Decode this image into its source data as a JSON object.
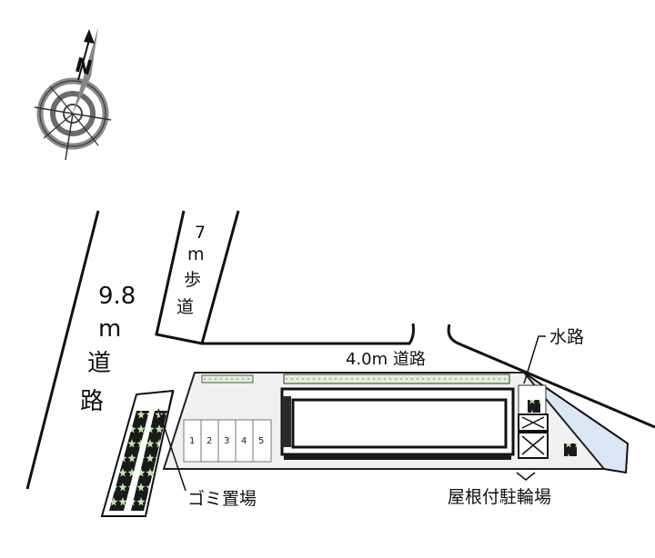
{
  "compass": {
    "north_label": "N"
  },
  "roads": {
    "main_road": {
      "width": "9.8",
      "unit": "m",
      "chars": [
        "道",
        "路"
      ]
    },
    "sidewalk": {
      "width": "7",
      "unit": "m",
      "chars": [
        "歩",
        "道"
      ]
    },
    "side_road": {
      "label": "4.0m 道路"
    }
  },
  "labels": {
    "waterway": "水路",
    "garbage": "ゴミ置場",
    "bike_parking": "屋根付駐輪場"
  },
  "parking_slots": [
    "1",
    "2",
    "3",
    "4",
    "5"
  ],
  "colors": {
    "water": "#dbe7f6",
    "lot": "#f1f1f1",
    "hedge": "#d9ead0"
  }
}
